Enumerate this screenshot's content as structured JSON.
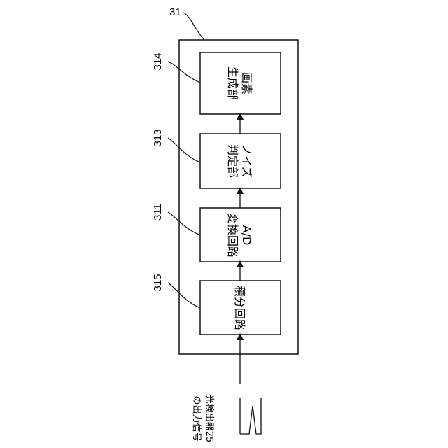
{
  "outer_block": {
    "ref": "31"
  },
  "blocks": [
    {
      "id": "pixel_gen",
      "ref": "314",
      "lines": [
        "画素",
        "生成部"
      ]
    },
    {
      "id": "noise",
      "ref": "313",
      "lines": [
        "ノイズ",
        "判定部"
      ]
    },
    {
      "id": "ad",
      "ref": "311",
      "lines": [
        "A/D",
        "変換回路"
      ]
    },
    {
      "id": "integrator",
      "ref": "315",
      "lines": [
        "積分回路"
      ]
    }
  ],
  "input_signal": {
    "lines": [
      "光検出器25",
      "の出力信号"
    ]
  }
}
